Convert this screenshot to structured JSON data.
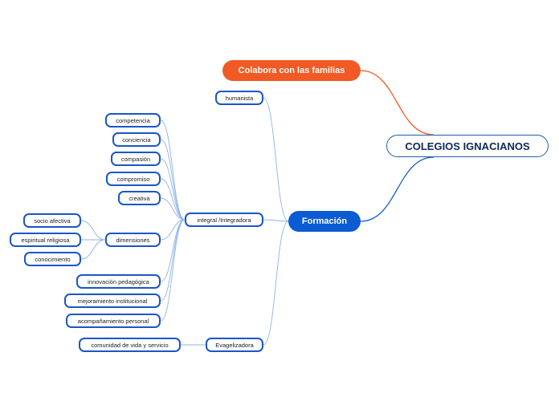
{
  "root": {
    "label": "COLEGIOS IGNACIANOS"
  },
  "colabora": {
    "label": "Colabora con las familias"
  },
  "formacion": {
    "label": "Formación"
  },
  "branches": {
    "humanista": "humanista",
    "integral": "integral /Integradora",
    "evangelizadora": "Evagelizadora"
  },
  "integral_children": {
    "competencia": "competencia",
    "conciencia": "conciencia",
    "compasion": "compasión",
    "compromiso": "compromiso",
    "creativa": "creativa",
    "dimensiones": "dimensiones",
    "innovacion": "innovación pedagógica",
    "mejoramiento": "mejoramiento institucional",
    "acompanamiento": "acompañamiento personal"
  },
  "dimensiones_children": {
    "socio": "socio afectiva",
    "espiritual": "espiritual religiosa",
    "conocimiento": "conocimiento"
  },
  "evangelizadora_children": {
    "comunidad": "comunidad de vida y servicio"
  },
  "colors": {
    "orange_link": "#f15a24",
    "blue_link": "#1a5fc8",
    "thin_link": "#8fb3e6"
  }
}
